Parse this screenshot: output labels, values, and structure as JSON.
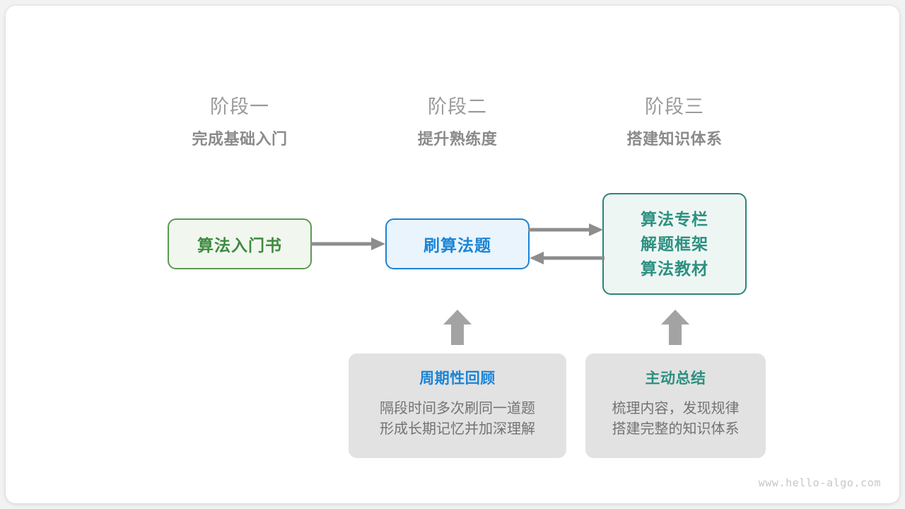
{
  "colors": {
    "background": "#f2f2f2",
    "card": "#ffffff",
    "green": "#3f8a42",
    "green_border": "#5c9a52",
    "green_fill": "#f1f7ee",
    "blue": "#1a84d6",
    "blue_border": "#1c83d4",
    "blue_fill": "#e9f4fd",
    "teal": "#2c9080",
    "teal_border": "#2a8579",
    "teal_fill": "#eef6f4",
    "gray_card": "#e2e2e2",
    "arrow": "#8d8d8d",
    "stage_text": "#9a9a9a",
    "body_text": "#737373",
    "watermark": "#c7c7c7"
  },
  "stages": [
    {
      "name": "阶段一",
      "goal": "完成基础入门"
    },
    {
      "name": "阶段二",
      "goal": "提升熟练度"
    },
    {
      "name": "阶段三",
      "goal": "搭建知识体系"
    }
  ],
  "flow_boxes": [
    {
      "id": "book",
      "lines": [
        "算法入门书"
      ],
      "accent": "green"
    },
    {
      "id": "practice",
      "lines": [
        "刷算法题"
      ],
      "accent": "blue"
    },
    {
      "id": "system",
      "lines": [
        "算法专栏",
        "解题框架",
        "算法教材"
      ],
      "accent": "teal"
    }
  ],
  "notes": [
    {
      "id": "review",
      "title": "周期性回顾",
      "accent": "blue",
      "body": [
        "隔段时间多次刷同一道题",
        "形成长期记忆并加深理解"
      ]
    },
    {
      "id": "summary",
      "title": "主动总结",
      "accent": "teal",
      "body": [
        "梳理内容，发现规律",
        "搭建完整的知识体系"
      ]
    }
  ],
  "arrows": [
    {
      "id": "book-practice",
      "direction": "right",
      "from": "book",
      "to": "practice"
    },
    {
      "id": "practice-system",
      "direction": "right",
      "from": "practice",
      "to": "system"
    },
    {
      "id": "system-practice",
      "direction": "left",
      "from": "system",
      "to": "practice"
    },
    {
      "id": "up-review",
      "direction": "up",
      "from": "review",
      "to": "practice"
    },
    {
      "id": "up-summary",
      "direction": "up",
      "from": "summary",
      "to": "system"
    }
  ],
  "watermark": "www.hello-algo.com"
}
